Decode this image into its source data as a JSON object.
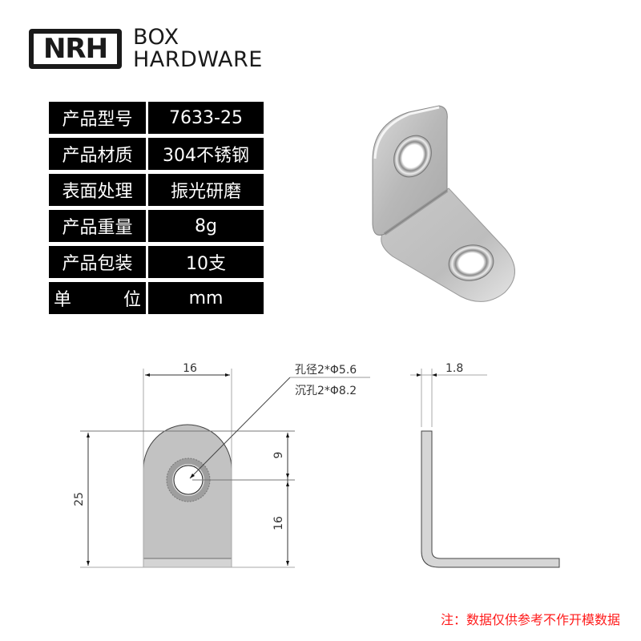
{
  "brand": {
    "logo_mark": "NRH",
    "line1": "BOX",
    "line2": "HARDWARE"
  },
  "specs": [
    {
      "label": "产品型号",
      "value": "7633-25"
    },
    {
      "label": "产品材质",
      "value": "304不锈钢"
    },
    {
      "label": "表面处理",
      "value": "振光研磨"
    },
    {
      "label": "产品重量",
      "value": "8g"
    },
    {
      "label": "产品包装",
      "value": "10支"
    },
    {
      "label_left": "单",
      "label_right": "位",
      "value": "mm"
    }
  ],
  "front_view": {
    "width_dim": "16",
    "height_dim": "25",
    "hole_offset_dim": "9",
    "lower_dim": "16",
    "callout_line1": "孔径2*Φ5.6",
    "callout_line2": "沉孔2*Φ8.2"
  },
  "side_view": {
    "thickness_dim": "1.8"
  },
  "note": "注：数据仅供参考不作开模数据",
  "colors": {
    "table_bg": "#000000",
    "table_text": "#ffffff",
    "note_red": "#ff1a1a",
    "part_fill": "#c2c2c2"
  }
}
